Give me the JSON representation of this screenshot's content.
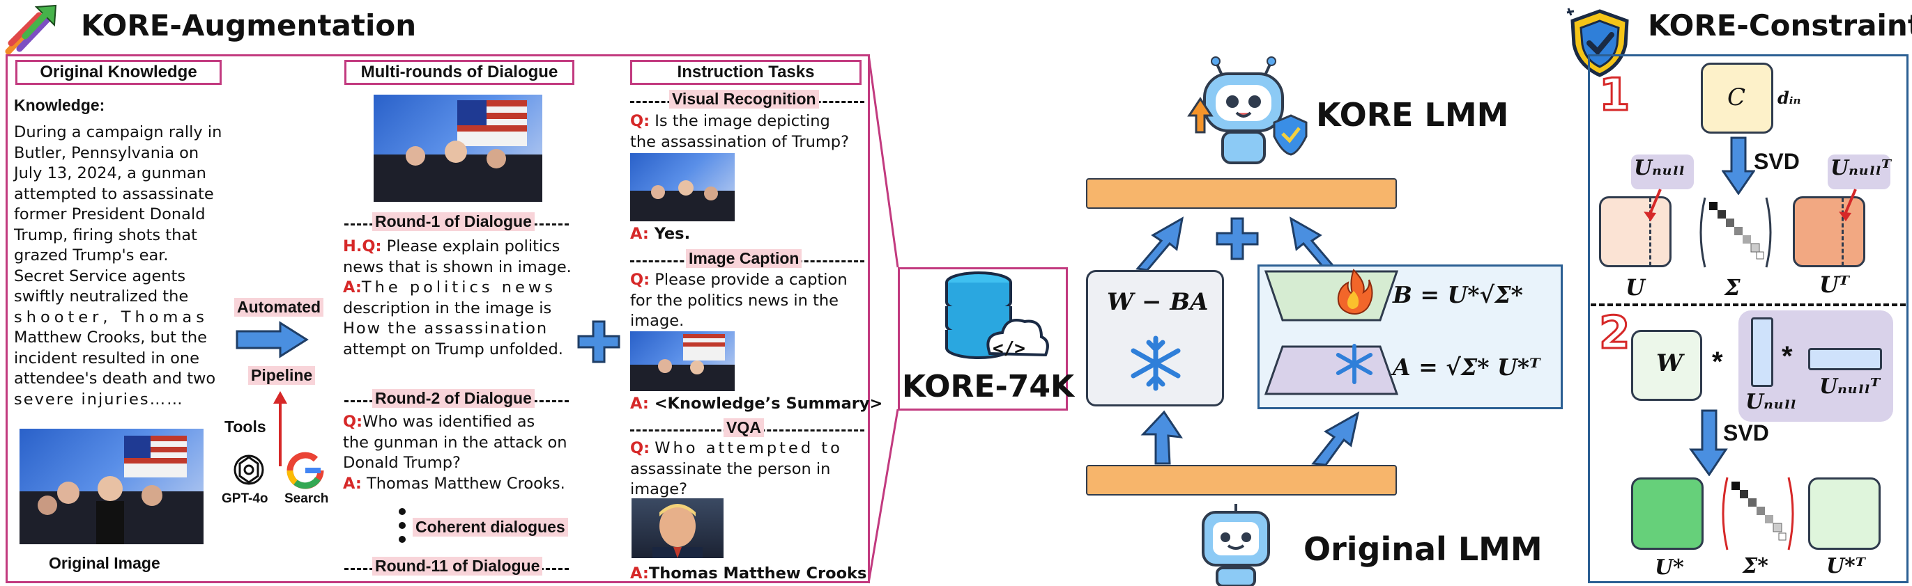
{
  "augmentation": {
    "title": "KORE-Augmentation",
    "original_knowledge": {
      "label": "Original Knowledge",
      "knowledge_heading": "Knowledge:",
      "lines": [
        "During a campaign rally in",
        "Butler, Pennsylvania on",
        "July 13, 2024, a gunman",
        "attempted to assassinate",
        "former President Donald",
        "Trump, firing shots that",
        "grazed Trump's ear.",
        "Secret Service agents",
        "swiftly neutralized the",
        "shooter, Thomas",
        "Matthew Crooks, but the",
        "incident resulted in one",
        "attendee's death and two",
        "severe injuries……"
      ],
      "image_caption": "Original Image"
    },
    "pipeline": {
      "automated": "Automated",
      "pipeline": "Pipeline",
      "tools": "Tools",
      "gpt_label": "GPT-4o",
      "search_label": "Search"
    },
    "dialogue": {
      "label": "Multi-rounds of Dialogue",
      "round1": "Round-1 of Dialogue",
      "hq_prefix": "H.Q:",
      "hq_text_1": "Please explain politics",
      "hq_text_2": "news that is shown in image.",
      "a_prefix": "A:",
      "a_text_1": "The politics news",
      "a_lines": [
        "description in the image is",
        "How the assassination",
        "attempt on Trump unfolded."
      ],
      "round2": "Round-2 of Dialogue",
      "q_prefix": "Q:",
      "q2_text_1": "Who was identified as",
      "q2_lines": [
        "the gunman in the attack on",
        "Donald Trump?"
      ],
      "a2_prefix": "A:",
      "a2_text": "Thomas Matthew Crooks.",
      "coherent": "Coherent dialogues",
      "round11": "Round-11 of Dialogue"
    },
    "instructions": {
      "label": "Instruction Tasks",
      "vr_title": "Visual Recognition",
      "vr_q_prefix": "Q:",
      "vr_q_1": "Is the image depicting",
      "vr_q_2": "the assassination of Trump?",
      "vr_a_prefix": "A:",
      "vr_a": "Yes.",
      "ic_title": "Image Caption",
      "ic_q_prefix": "Q:",
      "ic_q_1": "Please provide a caption",
      "ic_q_2": "for the politics news in the",
      "ic_q_3": "image.",
      "ic_a_prefix": "A:",
      "ic_a": "<Knowledge’s Summary>",
      "vqa_title": "VQA",
      "vqa_q_prefix": "Q:",
      "vqa_q_1": "Who attempted to",
      "vqa_q_2": "assassinate the person in",
      "vqa_q_3": "image?",
      "vqa_a_prefix": "A:",
      "vqa_a": "Thomas Matthew Crooks"
    }
  },
  "dataset": {
    "name": "KORE-74K",
    "code_glyph": "</>"
  },
  "model": {
    "kore_lmm": "KORE LMM",
    "original_lmm": "Original LMM",
    "w_minus_ba": "W − BA",
    "b_eq": "B = U*√Σ*",
    "a_eq": "A = √Σ* U*ᵀ"
  },
  "constraint": {
    "title": "KORE-Constraint",
    "step1": "1",
    "step2": "2",
    "c": "C",
    "d_in": "dᵢₙ",
    "svd1": "SVD",
    "svd2": "SVD",
    "u_null": "Uₙᵤₗₗ",
    "u_null_t": "Uₙᵤₗₗᵀ",
    "u": "U",
    "sigma": "Σ",
    "u_t": "Uᵀ",
    "w": "W",
    "times1": "*",
    "times2": "*",
    "u_null_b": "Uₙᵤₗₗ",
    "u_null_t_b": "Uₙᵤₗₗᵀ",
    "u_star": "U*",
    "sigma_star": "Σ*",
    "u_star_t": "U*ᵀ"
  },
  "colors": {
    "magenta_border": "#c23a7f",
    "blue_border": "#2b5f93",
    "pink_highlight": "#f8d4d9",
    "red_text": "#d62828",
    "orange_bar": "#f7b56b",
    "arrow_blue": "#4a8fe0"
  }
}
